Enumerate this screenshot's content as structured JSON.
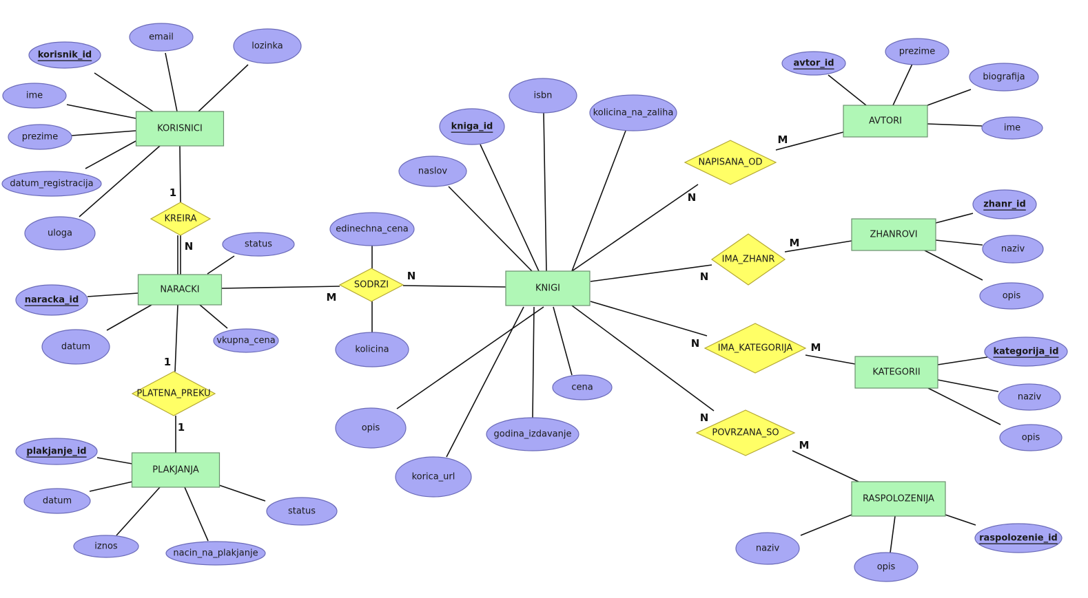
{
  "entities": [
    {
      "id": "korisnici",
      "label": "KORISNICI"
    },
    {
      "id": "naracki",
      "label": "NARACKI"
    },
    {
      "id": "plakjanja",
      "label": "PLAKJANJA"
    },
    {
      "id": "knigi",
      "label": "KNIGI"
    },
    {
      "id": "avtori",
      "label": "AVTORI"
    },
    {
      "id": "zhanrovi",
      "label": "ZHANROVI"
    },
    {
      "id": "kategorii",
      "label": "KATEGORII"
    },
    {
      "id": "raspolozenija",
      "label": "RASPOLOZENIJA"
    }
  ],
  "relationships": [
    {
      "id": "kreira",
      "label": "KREIRA"
    },
    {
      "id": "platena_preku",
      "label": "PLATENA_PREKU"
    },
    {
      "id": "sodrzi",
      "label": "SODRZI"
    },
    {
      "id": "napisana_od",
      "label": "NAPISANA_OD"
    },
    {
      "id": "ima_zhanr",
      "label": "IMA_ZHANR"
    },
    {
      "id": "ima_kategorija",
      "label": "IMA_KATEGORIJA"
    },
    {
      "id": "povrzana_so",
      "label": "POVRZANA_SO"
    }
  ],
  "attributes": [
    {
      "label": "korisnik_id",
      "key": true
    },
    {
      "label": "email",
      "key": false
    },
    {
      "label": "lozinka",
      "key": false
    },
    {
      "label": "ime",
      "key": false
    },
    {
      "label": "prezime",
      "key": false
    },
    {
      "label": "datum_registracija",
      "key": false
    },
    {
      "label": "uloga",
      "key": false
    },
    {
      "label": "status",
      "key": false
    },
    {
      "label": "naracka_id",
      "key": true
    },
    {
      "label": "datum",
      "key": false
    },
    {
      "label": "vkupna_cena",
      "key": false
    },
    {
      "label": "plakjanje_id",
      "key": true
    },
    {
      "label": "datum",
      "key": false
    },
    {
      "label": "iznos",
      "key": false
    },
    {
      "label": "nacin_na_plakjanje",
      "key": false
    },
    {
      "label": "status",
      "key": false
    },
    {
      "label": "edinechna_cena",
      "key": false
    },
    {
      "label": "kolicina",
      "key": false
    },
    {
      "label": "isbn",
      "key": false
    },
    {
      "label": "kniga_id",
      "key": true
    },
    {
      "label": "kolicina_na_zaliha",
      "key": false
    },
    {
      "label": "naslov",
      "key": false
    },
    {
      "label": "opis",
      "key": false
    },
    {
      "label": "korica_url",
      "key": false
    },
    {
      "label": "godina_izdavanje",
      "key": false
    },
    {
      "label": "cena",
      "key": false
    },
    {
      "label": "avtor_id",
      "key": true
    },
    {
      "label": "prezime",
      "key": false
    },
    {
      "label": "biografija",
      "key": false
    },
    {
      "label": "ime",
      "key": false
    },
    {
      "label": "zhanr_id",
      "key": true
    },
    {
      "label": "naziv",
      "key": false
    },
    {
      "label": "opis",
      "key": false
    },
    {
      "label": "kategorija_id",
      "key": true
    },
    {
      "label": "naziv",
      "key": false
    },
    {
      "label": "opis",
      "key": false
    },
    {
      "label": "naziv",
      "key": false
    },
    {
      "label": "opis",
      "key": false
    },
    {
      "label": "raspolozenie_id",
      "key": true
    }
  ],
  "cardinalities": [
    "1",
    "N",
    "1",
    "1",
    "M",
    "N",
    "N",
    "M",
    "N",
    "M",
    "N",
    "M",
    "N",
    "M"
  ],
  "colors": {
    "entity_fill": "#b0f7b6",
    "attribute_fill": "#a8a8f5",
    "relationship_fill": "#ffff66"
  }
}
